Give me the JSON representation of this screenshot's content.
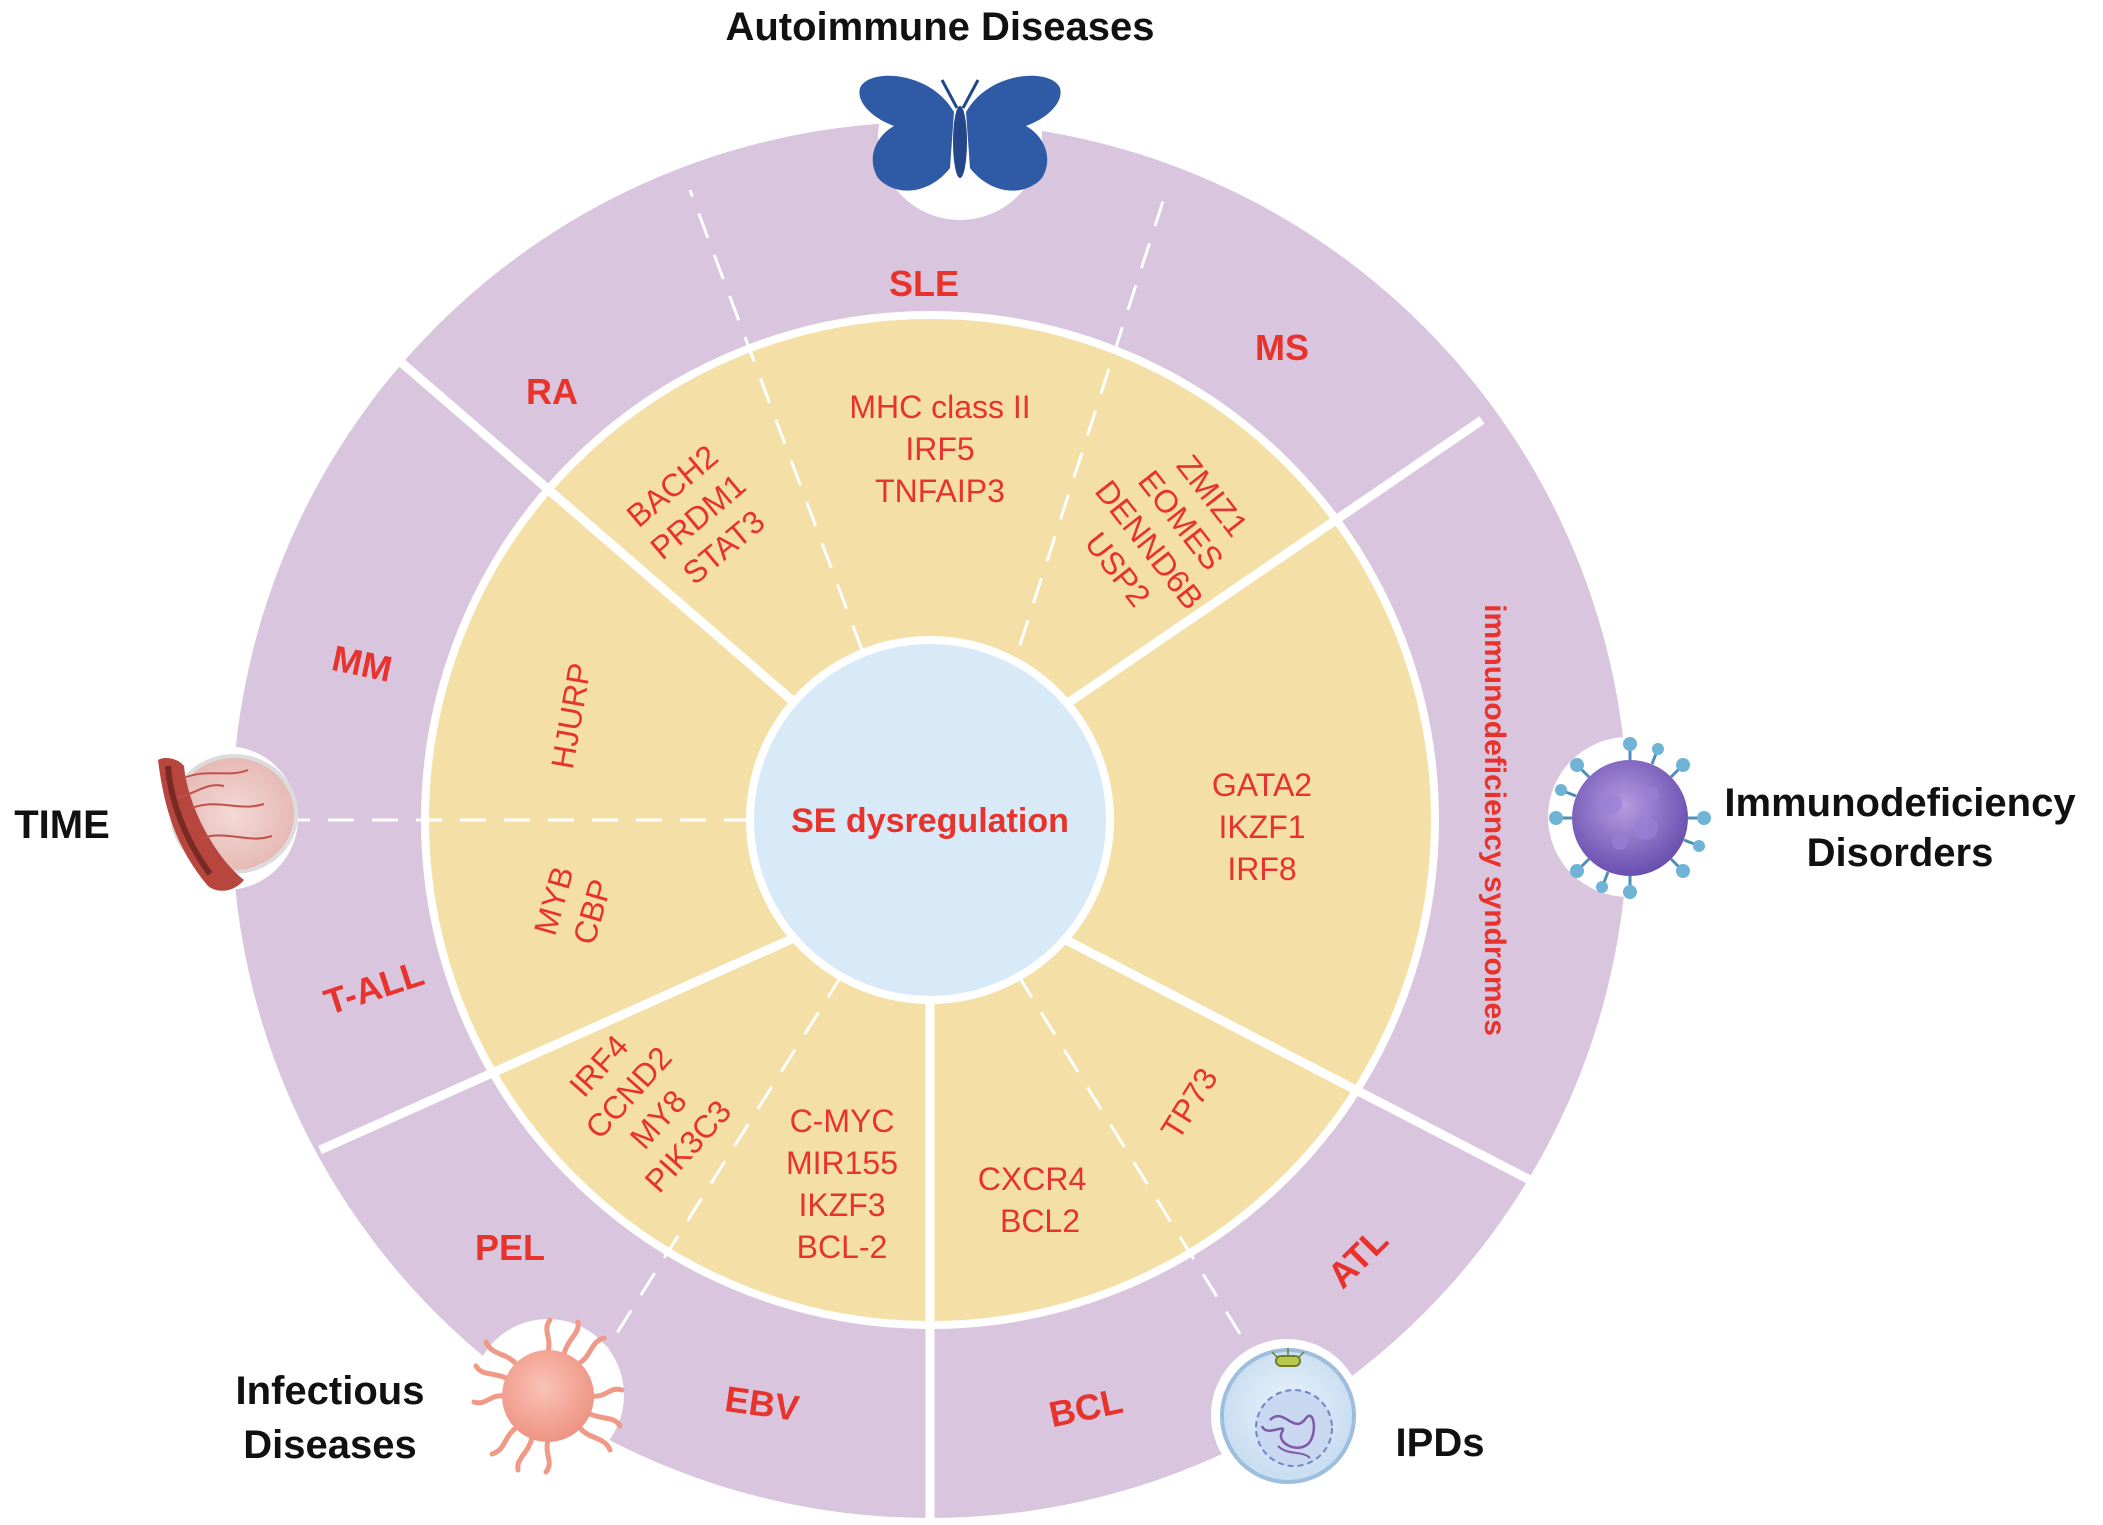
{
  "center": {
    "label": "SE dysregulation"
  },
  "categories": {
    "autoimmune": "Autoimmune Diseases",
    "time": "TIME",
    "immunodeficiency_line1": "Immunodeficiency",
    "immunodeficiency_line2": "Disorders",
    "infectious_line1": "Infectious",
    "infectious_line2": "Diseases",
    "ipds": "IPDs"
  },
  "outer_labels": {
    "sle": "SLE",
    "ra": "RA",
    "ms": "MS",
    "mm": "MM",
    "tall": "T-ALL",
    "immunodeficiency": "immunodeficiency syndromes",
    "pel": "PEL",
    "ebv": "EBV",
    "bcl": "BCL",
    "atl": "ATL"
  },
  "genes": {
    "sle": [
      "MHC class II",
      "IRF5",
      "TNFAIP3"
    ],
    "ra": [
      "BACH2",
      "PRDM1",
      "STAT3"
    ],
    "ms": [
      "ZMIZ1",
      "EOMES",
      "DENND6B",
      "USP2"
    ],
    "mm": [
      "HJURP"
    ],
    "tall": [
      "MYB",
      "CBP"
    ],
    "immunodeficiency": [
      "GATA2",
      "IKZF1",
      "IRF8"
    ],
    "pel": [
      "IRF4",
      "CCND2",
      "MY8",
      "PIK3C3"
    ],
    "ebv": [
      "C-MYC",
      "MIR155",
      "IKZF3",
      "BCL-2"
    ],
    "bcl": [
      "CXCR4",
      "BCL2"
    ],
    "atl": [
      "TP73"
    ]
  },
  "colors": {
    "outer_ring": "#d9c5de",
    "inner_ring": "#f4e0a6",
    "center": "#d8eaf8",
    "accent_red": "#e8332c",
    "butterfly": "#2e5aa6"
  },
  "icons": {
    "autoimmune": "butterfly-icon",
    "time": "blood-vessel-tissue-icon",
    "immunodeficiency": "virus-icon",
    "infectious": "bacterium-cell-icon",
    "ipds": "cell-nucleus-icon"
  }
}
